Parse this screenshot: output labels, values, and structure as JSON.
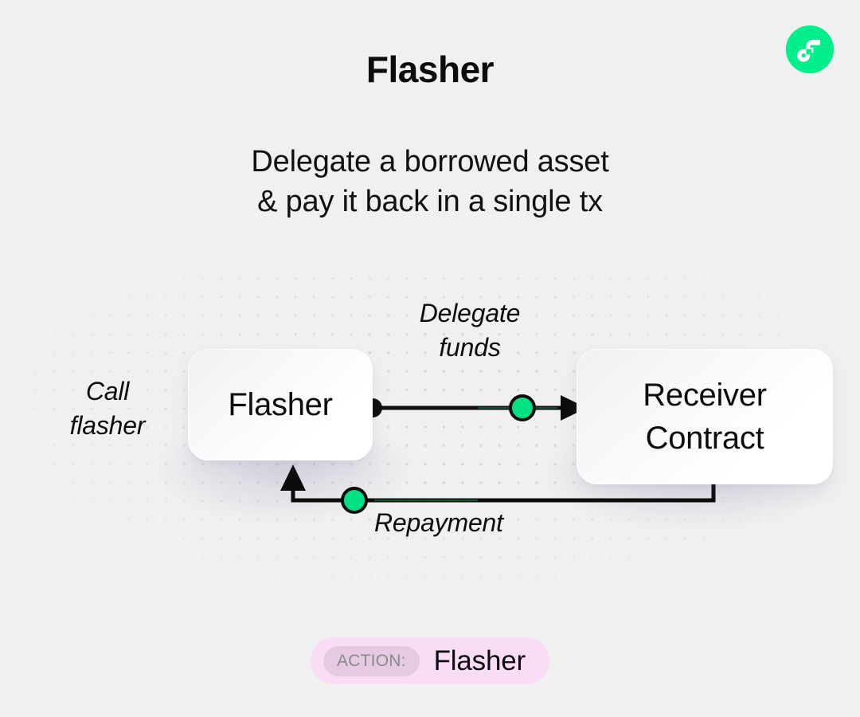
{
  "brand": {
    "logo_icon": "flow-logo-icon",
    "logo_color": "#00ef8b"
  },
  "header": {
    "title": "Flasher",
    "subtitle": "Delegate a borrowed asset\n& pay it back in a single tx"
  },
  "diagram": {
    "type": "flow",
    "background": {
      "color": "#f0f0f0",
      "pattern": "dot-grid",
      "dot_color": "#d8d8d8"
    },
    "nodes": [
      {
        "id": "flasher",
        "label": "Flasher"
      },
      {
        "id": "receiver",
        "label": "Receiver\nContract"
      }
    ],
    "edges": [
      {
        "id": "call-flasher",
        "label": "Call\nflasher",
        "from": "caller",
        "to": "flasher",
        "marker": "none"
      },
      {
        "id": "delegate-funds",
        "label": "Delegate\nfunds",
        "from": "flasher",
        "to": "receiver",
        "start_dot": "black",
        "mid_dot": "green",
        "marker": "arrow"
      },
      {
        "id": "repayment",
        "label": "Repayment",
        "from": "receiver",
        "to": "flasher",
        "start_dot": "black",
        "mid_dot": "green",
        "marker": "arrow"
      }
    ],
    "colors": {
      "line": "#0c0c0c",
      "node_dot": "#0c0c0c",
      "token_dot": "#00e186"
    }
  },
  "action_badge": {
    "tag": "ACTION:",
    "value": "Flasher",
    "background": "#fbdcf6",
    "tag_background": "#e6c9e2"
  }
}
